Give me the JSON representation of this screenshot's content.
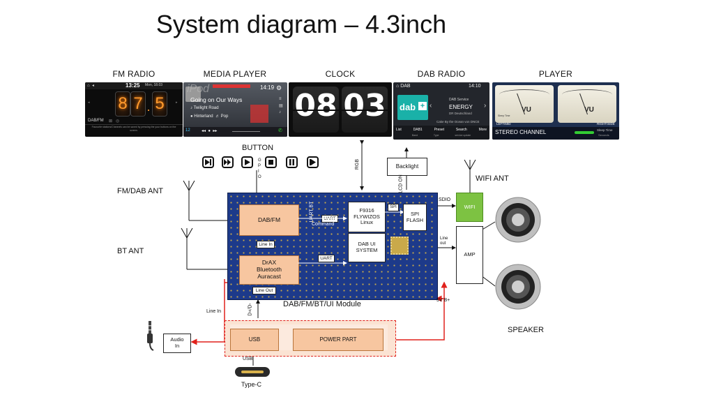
{
  "title": "System diagram – 4.3inch",
  "screens": {
    "fm": {
      "label": "FM RADIO",
      "time": "13:25",
      "date": "Mon, 18.03",
      "digits": [
        "8",
        "7",
        ".",
        "5"
      ],
      "band": "DAB/FM",
      "footer": "Favourite stations/Channels can be saved by pressing the your buttons on the screen."
    },
    "media": {
      "label": "MEDIA PLAYER",
      "source": "iPod",
      "time": "14:19",
      "song": "Going on Our Ways",
      "artist": "Twilight Road",
      "album": "Hinterland",
      "genre": "Pop",
      "track_no": "12"
    },
    "clock": {
      "label": "CLOCK",
      "hours": "08",
      "minutes": "03"
    },
    "dab": {
      "label": "DAB RADIO",
      "header": "DAB",
      "time": "14:10",
      "logo": "dab+",
      "service": "DAB Service",
      "channel": "ENERGY",
      "ensemble": "DR Deutschland",
      "ticker": "Cake By the Ocean von DNCE",
      "footer_items": [
        "List",
        "DAB1",
        "Preset",
        "Search",
        "More"
      ],
      "footer_sub": [
        "",
        "Band",
        "Type",
        "service update",
        ""
      ]
    },
    "player": {
      "label": "PLAYER",
      "vu": "VU",
      "left": "LEFT/MID",
      "right": "RIGHT/SIDE",
      "footer": "STEREO CHANNEL",
      "sleep": "Sleep Time",
      "sleep_sub": "Seconds"
    }
  },
  "labels": {
    "button": "BUTTON",
    "gpio": "G P I O",
    "rgb": "RGB",
    "backlight": "Backlight",
    "lcd_on": "LCD ON",
    "fm_dab_ant": "FM/DAB ANT",
    "bt_ant": "BT ANT",
    "wifi_ant": "WIFI ANT",
    "dab_fm": "DAB/FM",
    "uart_bt": "UART BT",
    "uart": "UART",
    "command": "Command",
    "line_in_mod": "Line In",
    "drax": "DrAX\nBluetooth\nAuracast",
    "uart2": "UART",
    "line_out": "Line Out",
    "cpu": "F9316\nFLYWIZOS\nLinux",
    "dab_ui": "DAB UI\nSYSTEM",
    "spi": "SPI",
    "spi_flash": "SPI\nFLASH",
    "sdio": "SDIO",
    "wifi": "WIFI",
    "line_out_amp": "Line\nout",
    "amp": "AMP",
    "module": "DAB/FM/BT/UI Module",
    "v5": "5V B+",
    "speaker": "SPEAKER",
    "line_in": "Line In",
    "dp_dm": "D+/D-",
    "audio_in": "Audio\nIn",
    "usb": "USB",
    "power_part": "POWER PART",
    "usb_small": "USB",
    "type_c": "Type-C"
  },
  "colors": {
    "pcb": "#1d3a8a",
    "orange_box": "#f7c6a0",
    "wifi": "#7dc242",
    "red_arrow": "#e0201b",
    "power_bg": "#fbe3d3",
    "power_border": "#e0201b",
    "dab_logo": "#1ab1a8"
  },
  "icons": [
    "play-next-icon",
    "fast-forward-icon",
    "play-icon",
    "stop-icon",
    "pause-icon",
    "skip-icon",
    "antenna-icon",
    "speaker-icon",
    "audio-jack-icon",
    "usb-c-icon"
  ]
}
